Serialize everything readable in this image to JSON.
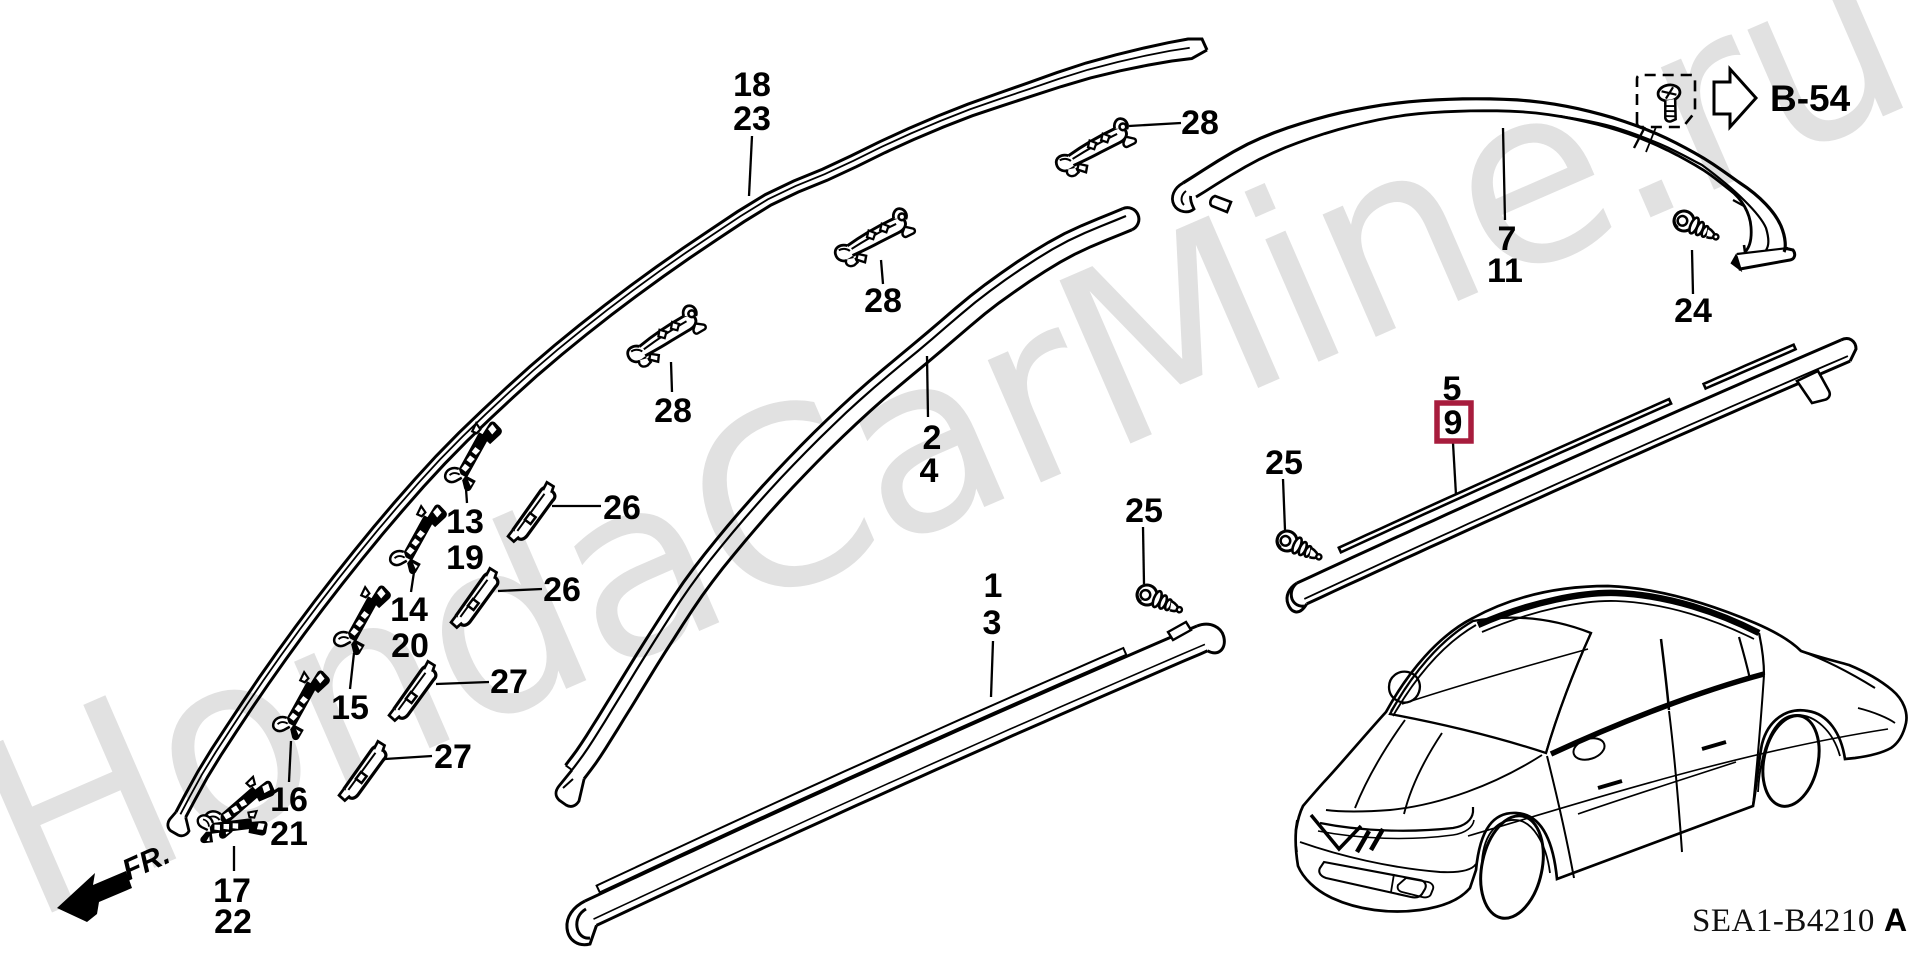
{
  "document": {
    "drawing_code": "SEA1-B4210",
    "drawing_revision": "A",
    "direction_label": "FR.",
    "reference_label": "B-54",
    "watermark": "HondaCarMine.ru",
    "highlight_color": "#A71C3D"
  },
  "callouts": {
    "c18": "18",
    "c23": "23",
    "c28a": "28",
    "c28b": "28",
    "c28c": "28",
    "c2": "2",
    "c4": "4",
    "c7": "7",
    "c11": "11",
    "c24": "24",
    "c5": "5",
    "c9": "9",
    "c25a": "25",
    "c25b": "25",
    "c1": "1",
    "c3": "3",
    "c13": "13",
    "c19": "19",
    "c14": "14",
    "c20": "20",
    "c15": "15",
    "c16": "16",
    "c21": "21",
    "c17": "17",
    "c22": "22",
    "c26a": "26",
    "c26b": "26",
    "c27a": "27",
    "c27b": "27"
  }
}
